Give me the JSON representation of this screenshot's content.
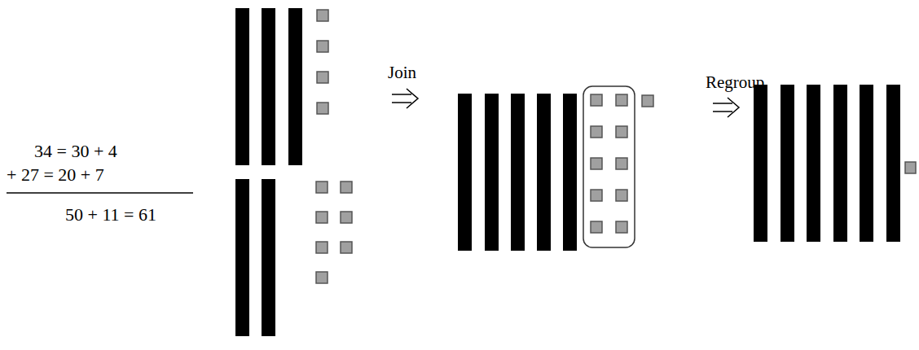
{
  "diagram": {
    "labels": [
      "34 = 30 + 4",
      "+ 27 = 20 + 7",
      "50 + 11 = 61",
      "Join",
      "Regroup"
    ]
  }
}
